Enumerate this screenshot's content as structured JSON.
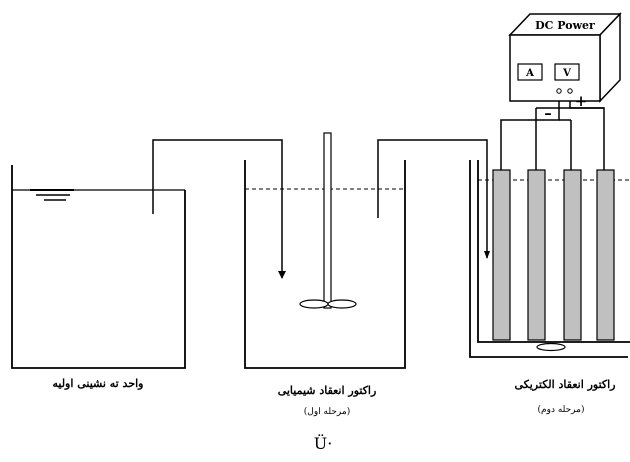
{
  "power_supply": {
    "title": "DC Power",
    "ammeter_label": "A",
    "voltmeter_label": "V",
    "negative_sign": "–",
    "positive_sign": "+"
  },
  "units": {
    "primary_settling": {
      "label": "واحد ته نشینی اولیه"
    },
    "chemical_reactor": {
      "label": "راکتور انعقاد شیمیایی",
      "stage": "(مرحله اول)"
    },
    "electro_reactor": {
      "label": "راکتور انعقاد الکتریکی",
      "stage": "(مرحله دوم)"
    }
  },
  "footer_mark": "Ü·"
}
